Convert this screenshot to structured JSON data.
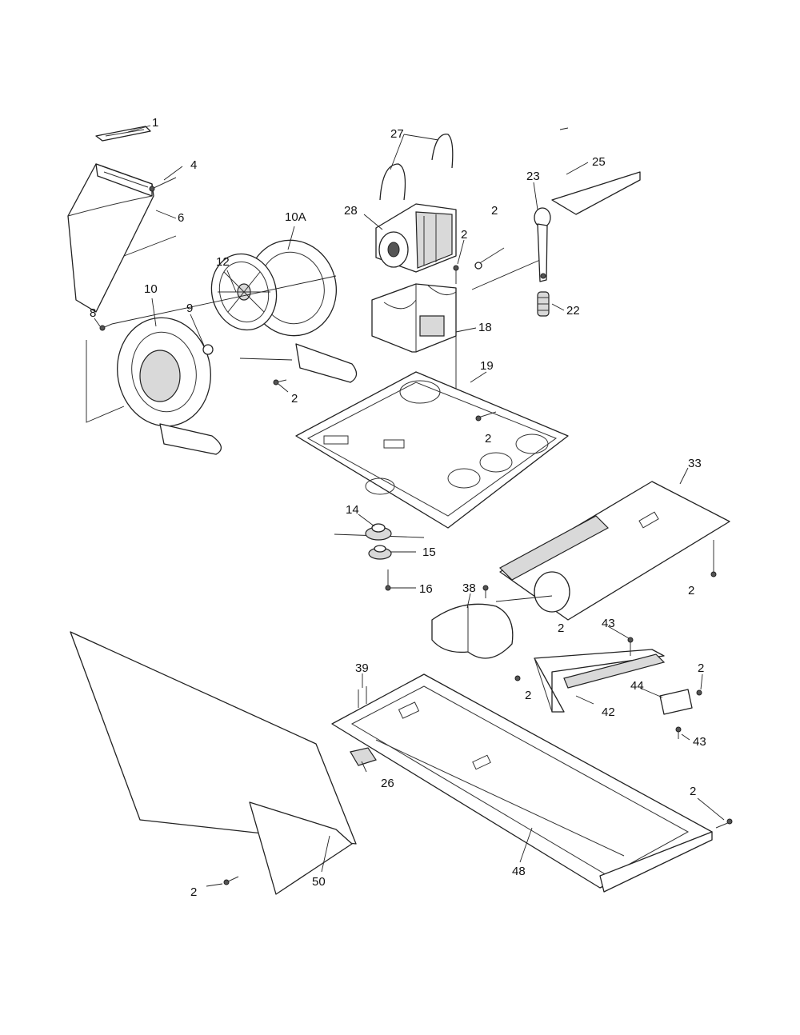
{
  "callouts": [
    {
      "id": "c1",
      "text": "1"
    },
    {
      "id": "c4",
      "text": "4"
    },
    {
      "id": "c6",
      "text": "6"
    },
    {
      "id": "c10A",
      "text": "10A"
    },
    {
      "id": "c12",
      "text": "12"
    },
    {
      "id": "c10",
      "text": "10"
    },
    {
      "id": "c9",
      "text": "9"
    },
    {
      "id": "c8",
      "text": "8"
    },
    {
      "id": "c2a",
      "text": "2"
    },
    {
      "id": "c27",
      "text": "27"
    },
    {
      "id": "c28",
      "text": "28"
    },
    {
      "id": "c2b",
      "text": "2"
    },
    {
      "id": "c2c",
      "text": "2"
    },
    {
      "id": "c23",
      "text": "23"
    },
    {
      "id": "c25",
      "text": "25"
    },
    {
      "id": "c22",
      "text": "22"
    },
    {
      "id": "c18",
      "text": "18"
    },
    {
      "id": "c19",
      "text": "19"
    },
    {
      "id": "c2d",
      "text": "2"
    },
    {
      "id": "c33",
      "text": "33"
    },
    {
      "id": "c14",
      "text": "14"
    },
    {
      "id": "c15",
      "text": "15"
    },
    {
      "id": "c16",
      "text": "16"
    },
    {
      "id": "c2e",
      "text": "2"
    },
    {
      "id": "c38",
      "text": "38"
    },
    {
      "id": "c2f",
      "text": "2"
    },
    {
      "id": "c43a",
      "text": "43"
    },
    {
      "id": "c39",
      "text": "39"
    },
    {
      "id": "c2g",
      "text": "2"
    },
    {
      "id": "c2h",
      "text": "2"
    },
    {
      "id": "c44",
      "text": "44"
    },
    {
      "id": "c42",
      "text": "42"
    },
    {
      "id": "c43b",
      "text": "43"
    },
    {
      "id": "c26",
      "text": "26"
    },
    {
      "id": "c2i",
      "text": "2"
    },
    {
      "id": "c48",
      "text": "48"
    },
    {
      "id": "c50",
      "text": "50"
    },
    {
      "id": "c2j",
      "text": "2"
    }
  ],
  "colors": {
    "line": "#222222",
    "background": "#ffffff",
    "shade": "#d9d9d9"
  }
}
